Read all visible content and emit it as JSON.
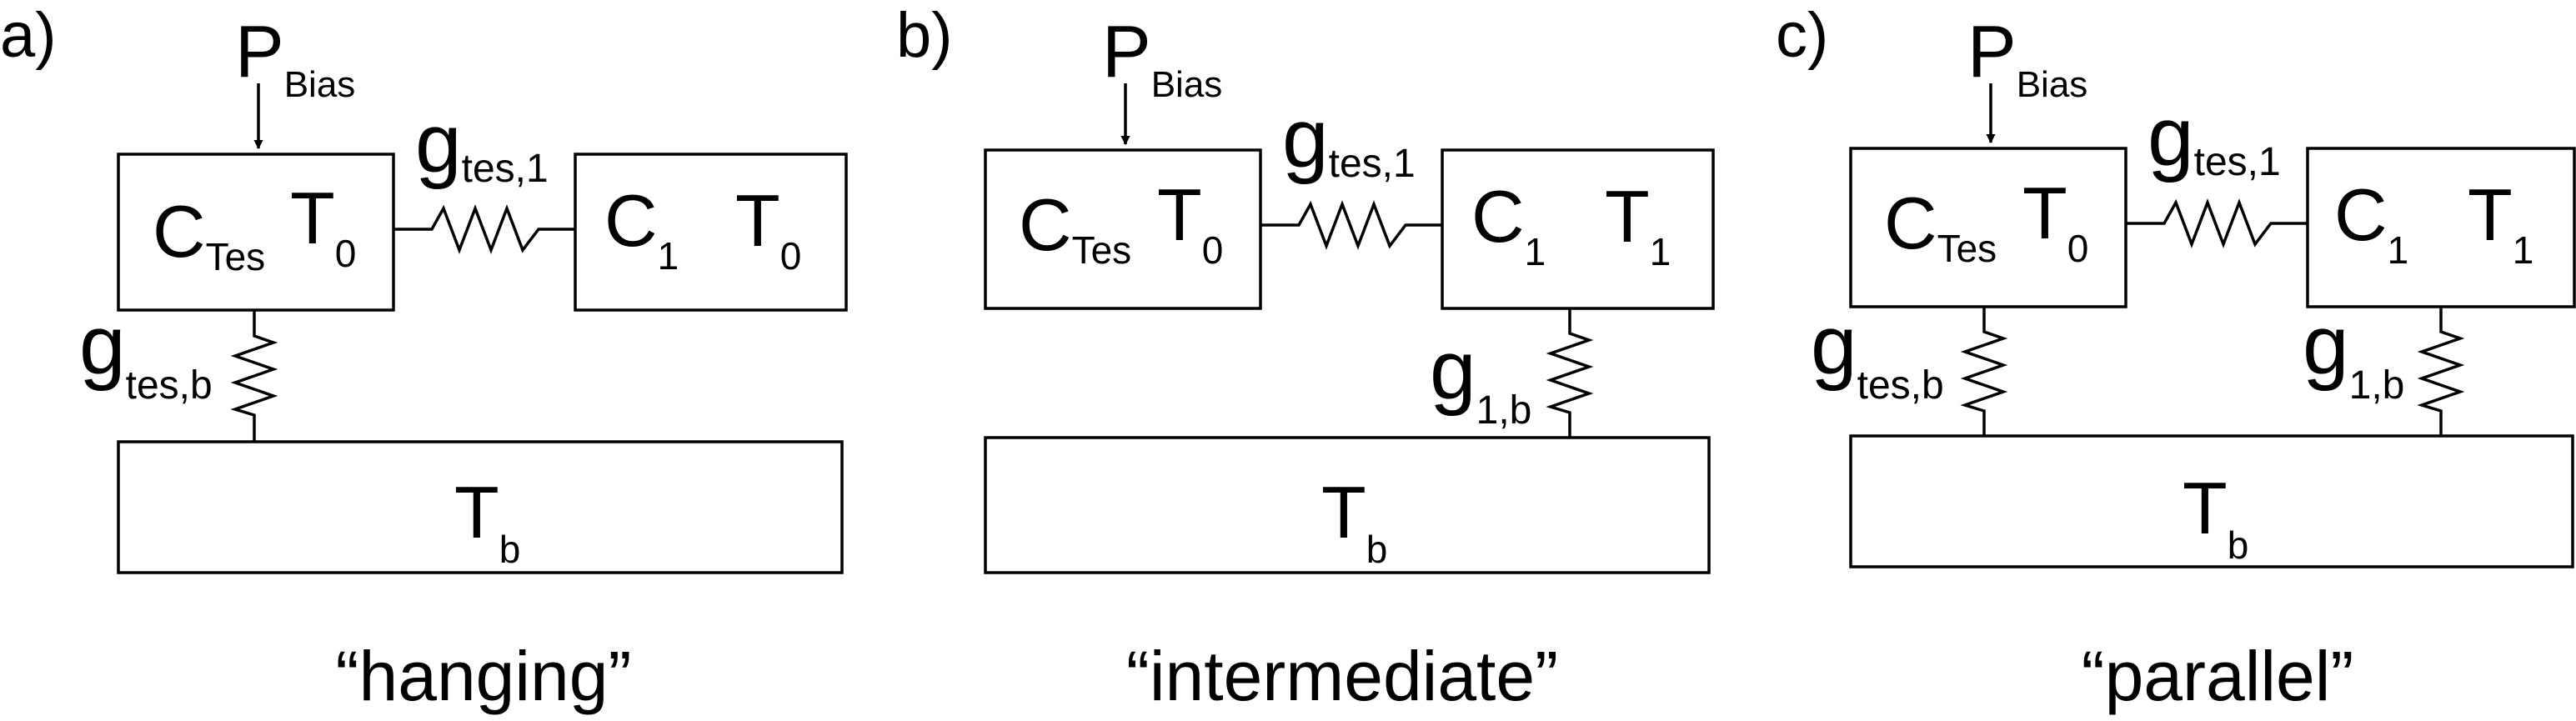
{
  "colors": {
    "ink": "#000000",
    "background": "#ffffff"
  },
  "panels": [
    {
      "label": "a)",
      "caption": "“hanging”",
      "p_main": "P",
      "p_sub": "Bias",
      "tes": {
        "c_main": "C",
        "c_sub": "Tes",
        "t_main": "T",
        "t_sub": "0"
      },
      "abs": {
        "c_main": "C",
        "c_sub": "1",
        "t_main": "T",
        "t_sub": "0"
      },
      "g_link": {
        "main": "g",
        "sub": "tes,1"
      },
      "g_tes_b": {
        "main": "g",
        "sub": "tes,b"
      },
      "bath": {
        "main": "T",
        "sub": "b"
      }
    },
    {
      "label": "b)",
      "caption": "“intermediate”",
      "p_main": "P",
      "p_sub": "Bias",
      "tes": {
        "c_main": "C",
        "c_sub": "Tes",
        "t_main": "T",
        "t_sub": "0"
      },
      "abs": {
        "c_main": "C",
        "c_sub": "1",
        "t_main": "T",
        "t_sub": "1"
      },
      "g_link": {
        "main": "g",
        "sub": "tes,1"
      },
      "g_1_b": {
        "main": "g",
        "sub": "1,b"
      },
      "bath": {
        "main": "T",
        "sub": "b"
      }
    },
    {
      "label": "c)",
      "caption": "“parallel”",
      "p_main": "P",
      "p_sub": "Bias",
      "tes": {
        "c_main": "C",
        "c_sub": "Tes",
        "t_main": "T",
        "t_sub": "0"
      },
      "abs": {
        "c_main": "C",
        "c_sub": "1",
        "t_main": "T",
        "t_sub": "1"
      },
      "g_link": {
        "main": "g",
        "sub": "tes,1"
      },
      "g_tes_b": {
        "main": "g",
        "sub": "tes,b"
      },
      "g_1_b": {
        "main": "g",
        "sub": "1,b"
      },
      "bath": {
        "main": "T",
        "sub": "b"
      }
    }
  ]
}
